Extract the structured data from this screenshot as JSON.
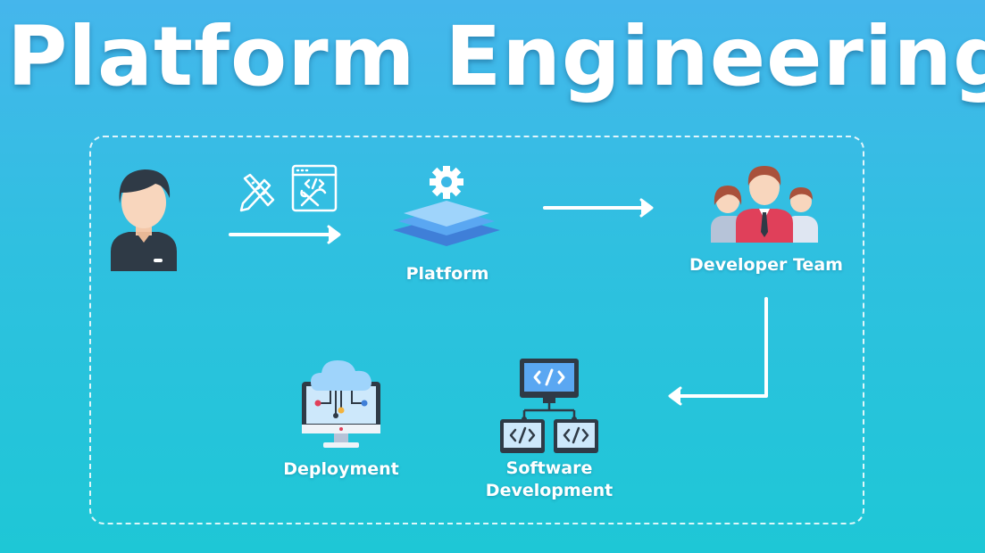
{
  "title": "Platform Engineering",
  "nodes": {
    "platform": "Platform",
    "developer_team": "Developer Team",
    "software_development_line1": "Software",
    "software_development_line2": "Development",
    "deployment": "Deployment"
  },
  "colors": {
    "background_top": "#45b6ec",
    "background_bottom": "#1ec7d6",
    "text": "#ffffff",
    "platform_layers": "#5aa7f2",
    "accent_red": "#e0405a",
    "dark": "#2f3a46"
  }
}
